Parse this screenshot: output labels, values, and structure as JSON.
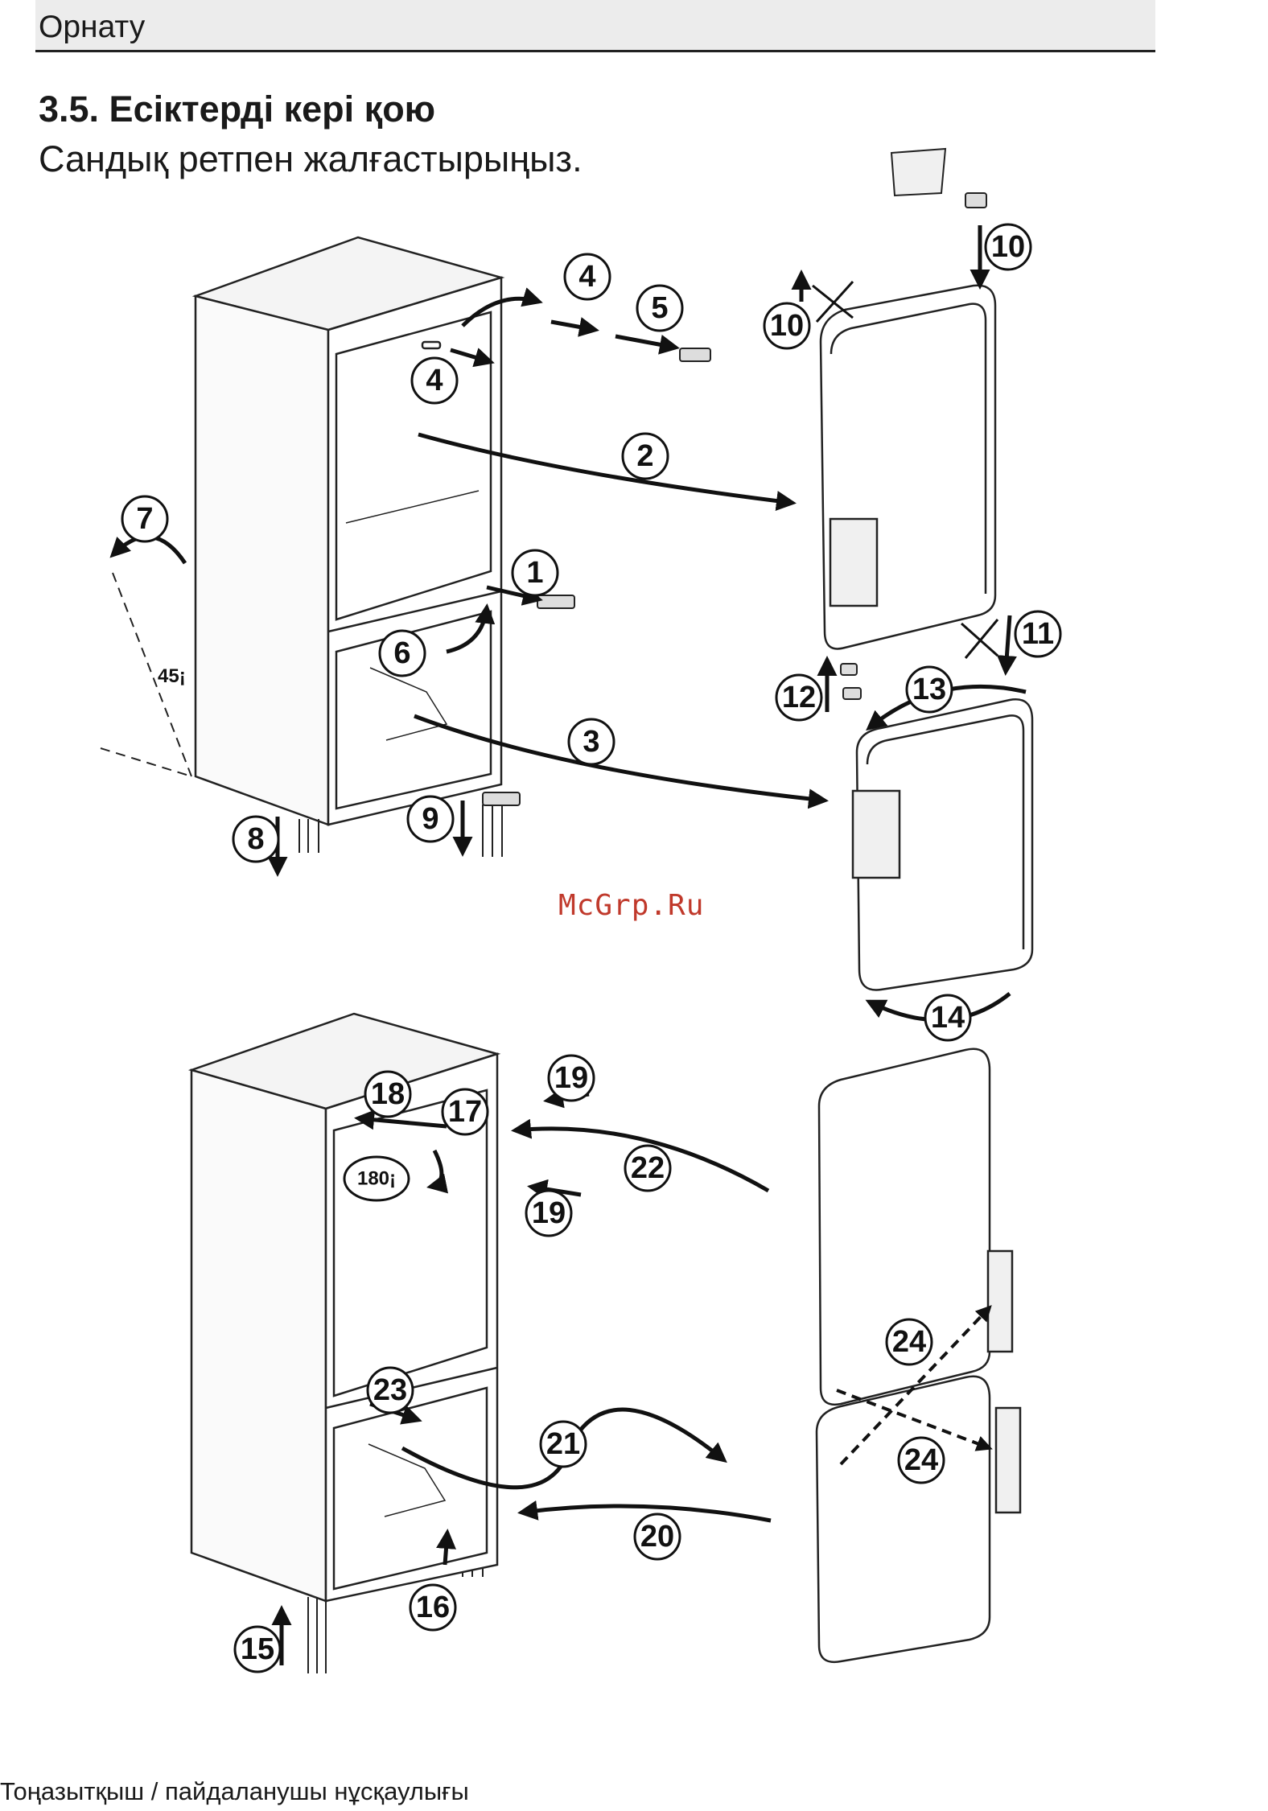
{
  "header": {
    "section": "Орнату"
  },
  "title": "3.5. Есіктерді кері қою",
  "subtitle": "Сандық ретпен жалғастырыңыз.",
  "watermark": "McGrp.Ru",
  "footer": "Тоңазытқыш / пайдаланушы нұсқаулығы",
  "diagram": {
    "step_labels": {
      "s1": "1",
      "s2": "2",
      "s3": "3",
      "s4a": "4",
      "s4b": "4",
      "s5": "5",
      "s6": "6",
      "s7": "7",
      "s8": "8",
      "s9": "9",
      "s10a": "10",
      "s10b": "10",
      "s11": "11",
      "s12": "12",
      "s13": "13",
      "s14": "14",
      "s15": "15",
      "s16": "16",
      "s17": "17",
      "s18": "18",
      "s19a": "19",
      "s19b": "19",
      "s20": "20",
      "s21": "21",
      "s22": "22",
      "s23": "23",
      "s24a": "24",
      "s24b": "24"
    },
    "angle_45": "45¡",
    "angle_180": "180¡"
  }
}
